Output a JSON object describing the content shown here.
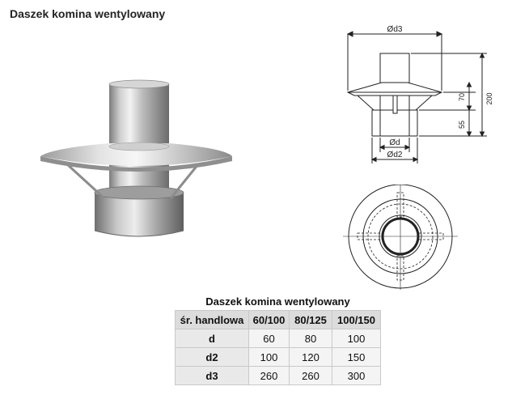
{
  "page": {
    "title": "Daszek komina wentylowany"
  },
  "drawing": {
    "label_d3": "Ød3",
    "label_d": "Ød",
    "label_d2": "Ød2",
    "dim_200": "200",
    "dim_70": "70",
    "dim_55": "55"
  },
  "table": {
    "caption": "Daszek komina wentylowany",
    "headers": [
      "śr. handlowa",
      "60/100",
      "80/125",
      "100/150"
    ],
    "rows": [
      {
        "label": "d",
        "values": [
          "60",
          "80",
          "100"
        ]
      },
      {
        "label": "d2",
        "values": [
          "100",
          "120",
          "150"
        ]
      },
      {
        "label": "d3",
        "values": [
          "260",
          "260",
          "300"
        ]
      }
    ]
  }
}
